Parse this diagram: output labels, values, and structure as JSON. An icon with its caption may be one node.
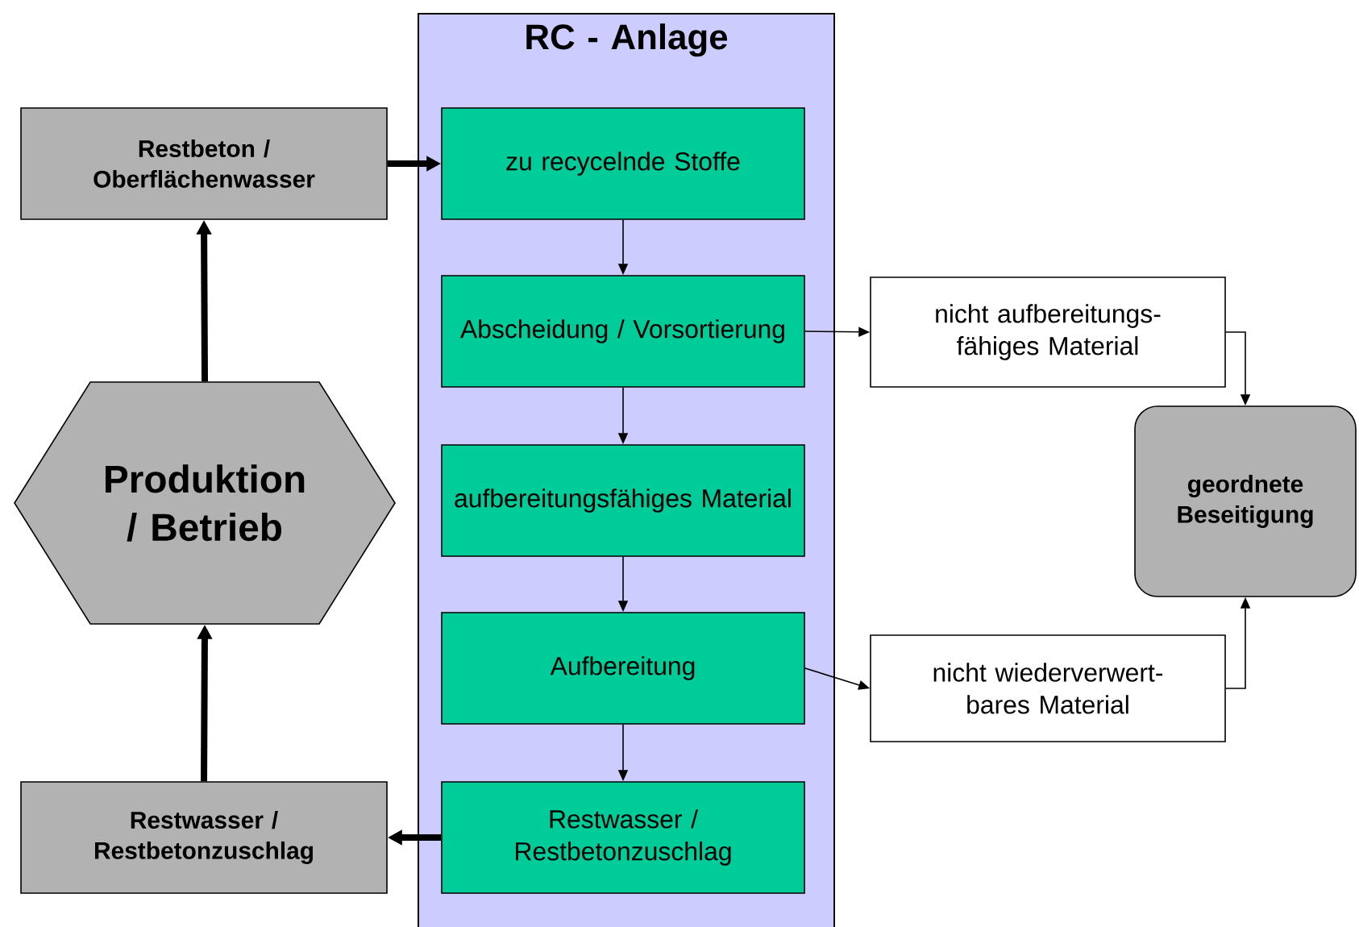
{
  "diagram": {
    "nodes": [
      {
        "text": [
          "RC - Anlage"
        ]
      },
      {
        "text": [
          "zu recycelnde Stoffe"
        ],
        "in": 0
      },
      {
        "text": [
          "Abscheidung / Vorsortierung"
        ],
        "in": 0
      },
      {
        "text": [
          "aufbereitungsfähiges Material"
        ],
        "in": 0
      },
      {
        "text": [
          "Aufbereitung"
        ],
        "in": 0
      },
      {
        "text": [
          "Restwasser / Restbetonzuschlag"
        ],
        "in": 0
      },
      {
        "text": [
          "Restbeton / Oberflächenwasser"
        ]
      },
      {
        "text": [
          "Produktion / Betrieb"
        ]
      },
      {
        "text": [
          "Restwasser / Restbetonzuschlag"
        ]
      },
      {
        "text": [
          "nicht aufbereitungs- fähiges Material"
        ]
      },
      {
        "text": [
          "nicht wiederverwert- bares Material"
        ]
      },
      {
        "text": [
          "geordnete Beseitigung"
        ]
      }
    ],
    "edges": [
      {
        "from": 6,
        "to": 1,
        "arrow": "to",
        "style": "thick"
      },
      {
        "from": 1,
        "to": 2,
        "arrow": "to"
      },
      {
        "from": 2,
        "to": 3,
        "arrow": "to"
      },
      {
        "from": 3,
        "to": 4,
        "arrow": "to"
      },
      {
        "from": 4,
        "to": 5,
        "arrow": "to"
      },
      {
        "from": 2,
        "to": 9,
        "arrow": "to"
      },
      {
        "from": 4,
        "to": 10,
        "arrow": "to"
      },
      {
        "from": 9,
        "to": 11,
        "arrow": "to"
      },
      {
        "from": 10,
        "to": 11,
        "arrow": "to"
      },
      {
        "from": 5,
        "to": 8,
        "arrow": "to",
        "style": "thick"
      },
      {
        "from": 8,
        "to": 7,
        "arrow": "to",
        "style": "thick"
      },
      {
        "from": 7,
        "to": 6,
        "arrow": "to",
        "style": "thick"
      }
    ]
  }
}
